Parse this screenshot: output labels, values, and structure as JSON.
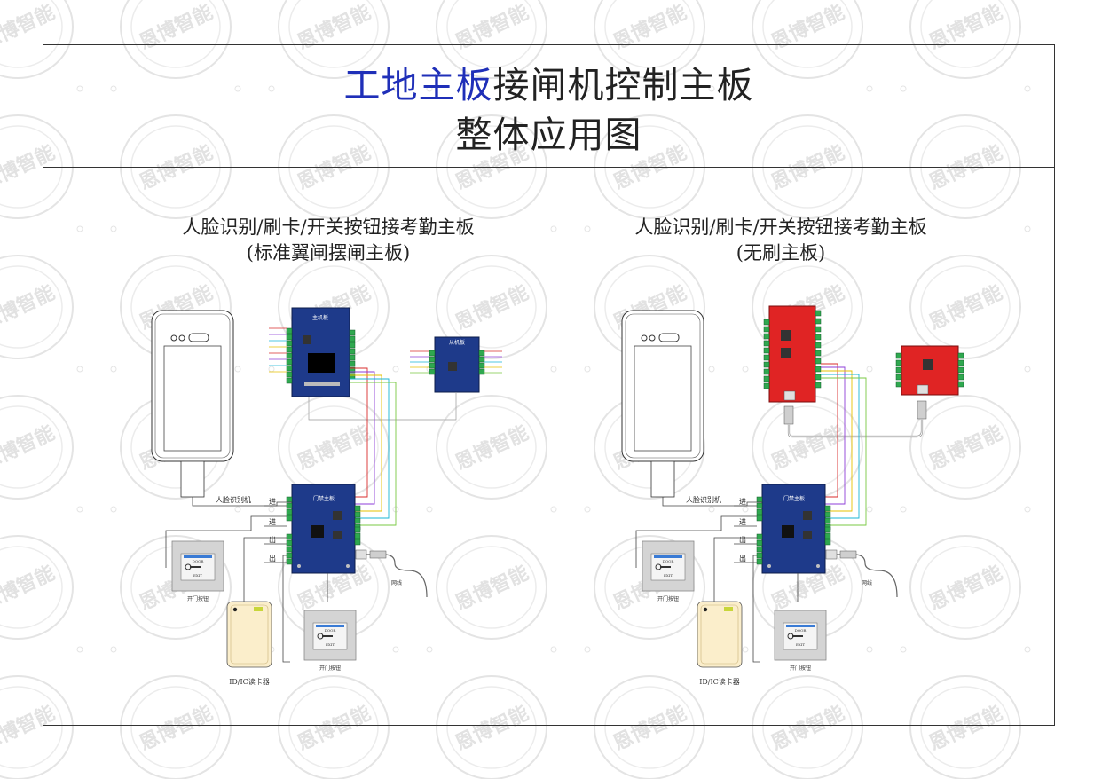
{
  "watermark": {
    "text": "恩博智能"
  },
  "title": {
    "line1_accent": "工地主板",
    "line1_rest": "接闸机控制主板",
    "line2": "整体应用图",
    "accent_color": "#1f2fb8"
  },
  "panels": [
    {
      "title_line1": "人脸识别/刷卡/开关按钮接考勤主板",
      "title_line2": "(标准翼闸摆闸主板)",
      "host_board_label": "主机板",
      "slave_board_label": "从机板",
      "board_color": "#1e3a8a",
      "face_device_label": "人脸识别机",
      "door_board_label": "门禁主板",
      "in_label": "进",
      "out_label": "出",
      "network_label": "网线",
      "exit_button_label": "开门按钮",
      "card_reader_label": "ID/IC读卡器",
      "button_top_text": "DOOR",
      "button_bottom_text": "EXIT"
    },
    {
      "title_line1": "人脸识别/刷卡/开关按钮接考勤主板",
      "title_line2": "(无刷主板)",
      "board_color": "#e02424",
      "face_device_label": "人脸识别机",
      "door_board_label": "门禁主板",
      "in_label": "进",
      "out_label": "出",
      "network_label": "网线",
      "exit_button_label": "开门按钮",
      "card_reader_label": "ID/IC读卡器",
      "button_top_text": "DOOR",
      "button_bottom_text": "EXIT"
    }
  ]
}
